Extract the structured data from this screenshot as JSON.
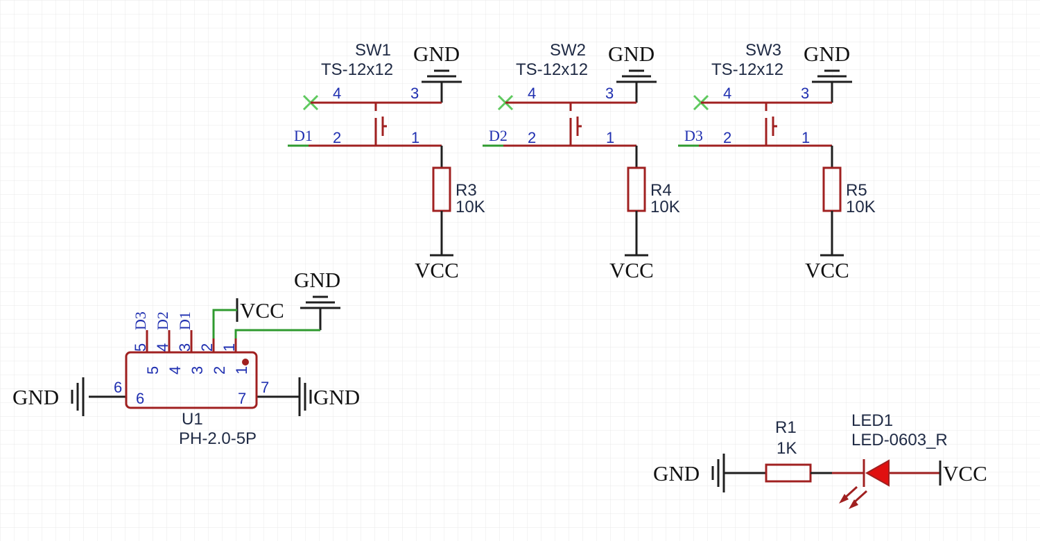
{
  "grid_color": "#e9e9e9",
  "colors": {
    "wire": "#2f9a2f",
    "component": "#a02020",
    "pin_text": "#1f2fb0",
    "noconnect": "#5ec95e",
    "text": "#1f2a44"
  },
  "switches": [
    {
      "ref": "SW1",
      "value": "TS-12x12",
      "gnd": "GND",
      "pin4": "4",
      "pin3": "3",
      "pin2": "2",
      "pin1": "1",
      "net": "D1",
      "res_ref": "R3",
      "res_value": "10K",
      "vcc": "VCC"
    },
    {
      "ref": "SW2",
      "value": "TS-12x12",
      "gnd": "GND",
      "pin4": "4",
      "pin3": "3",
      "pin2": "2",
      "pin1": "1",
      "net": "D2",
      "res_ref": "R4",
      "res_value": "10K",
      "vcc": "VCC"
    },
    {
      "ref": "SW3",
      "value": "TS-12x12",
      "gnd": "GND",
      "pin4": "4",
      "pin3": "3",
      "pin2": "2",
      "pin1": "1",
      "net": "D3",
      "res_ref": "R5",
      "res_value": "10K",
      "vcc": "VCC"
    }
  ],
  "connector": {
    "ref": "U1",
    "value": "PH-2.0-5P",
    "nets": [
      "D3",
      "D2",
      "D1"
    ],
    "pins_outer": [
      "5",
      "4",
      "3",
      "2",
      "1"
    ],
    "pins_inner": [
      "5",
      "4",
      "3",
      "2",
      "1"
    ],
    "pin6": "6",
    "pin7": "7",
    "vcc": "VCC",
    "gnd_top": "GND",
    "gnd_left": "GND",
    "gnd_right": "GND"
  },
  "led_circuit": {
    "res_ref": "R1",
    "res_value": "1K",
    "led_ref": "LED1",
    "led_value": "LED-0603_R",
    "gnd": "GND",
    "vcc": "VCC"
  }
}
